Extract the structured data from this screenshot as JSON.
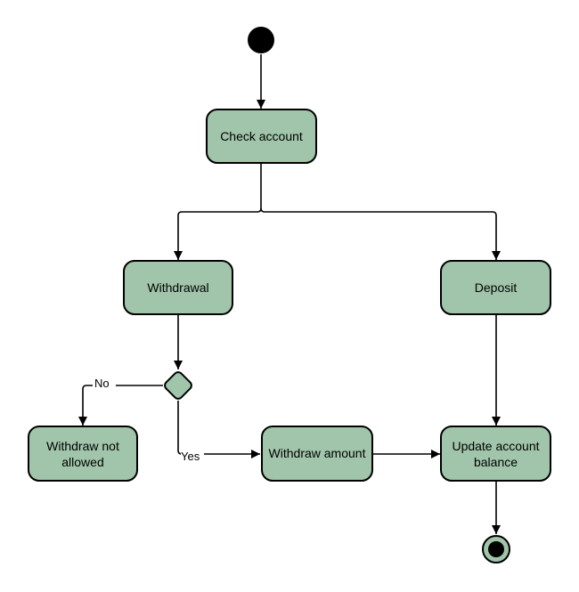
{
  "diagram": {
    "type": "uml-activity-diagram",
    "colors": {
      "node_fill": "#a0c5aa",
      "node_stroke": "#000000",
      "edge": "#000000",
      "background": "#ffffff"
    },
    "nodes": {
      "start": {
        "type": "initial-node"
      },
      "check_account": {
        "label": "Check account"
      },
      "withdrawal": {
        "label": "Withdrawal"
      },
      "deposit": {
        "label": "Deposit"
      },
      "decision": {
        "type": "decision-diamond"
      },
      "withdraw_not_allowed": {
        "line1": "Withdraw not",
        "line2": "allowed"
      },
      "withdraw_amount": {
        "label": "Withdraw amount"
      },
      "update_account_balance": {
        "line1": "Update account",
        "line2": "balance"
      },
      "end": {
        "type": "final-node"
      }
    },
    "edge_labels": {
      "no": "No",
      "yes": "Yes"
    }
  }
}
